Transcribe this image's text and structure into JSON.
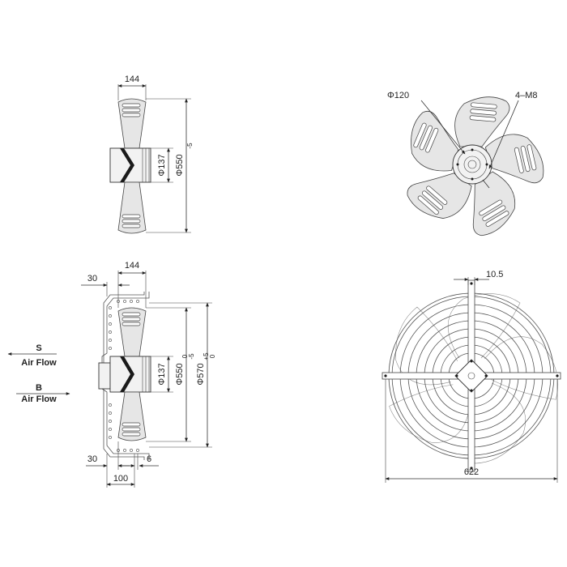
{
  "views": {
    "side_top": {
      "width": "144",
      "hub_dia": "Φ137",
      "outer_dia": "Φ550",
      "outer_tol": "-5"
    },
    "front_top": {
      "hub_dia": "Φ120",
      "bolts": "4–M8"
    },
    "side_bottom": {
      "width": "144",
      "offset": "30",
      "hub_dia": "Φ137",
      "blade_dia": "Φ550",
      "blade_tol_up": "0",
      "blade_tol_dn": "-5",
      "guard_dia": "Φ570",
      "guard_tol_up": "+5",
      "guard_tol_dn": "0",
      "bottom_offset": "30",
      "bottom_gap": "6",
      "bottom_depth": "100"
    },
    "front_bottom": {
      "bracket_hole": "10.5",
      "overall_width": "622"
    }
  },
  "airflow": {
    "s": {
      "letter": "S",
      "label": "Air Flow"
    },
    "b": {
      "letter": "B",
      "label": "Air Flow"
    }
  }
}
